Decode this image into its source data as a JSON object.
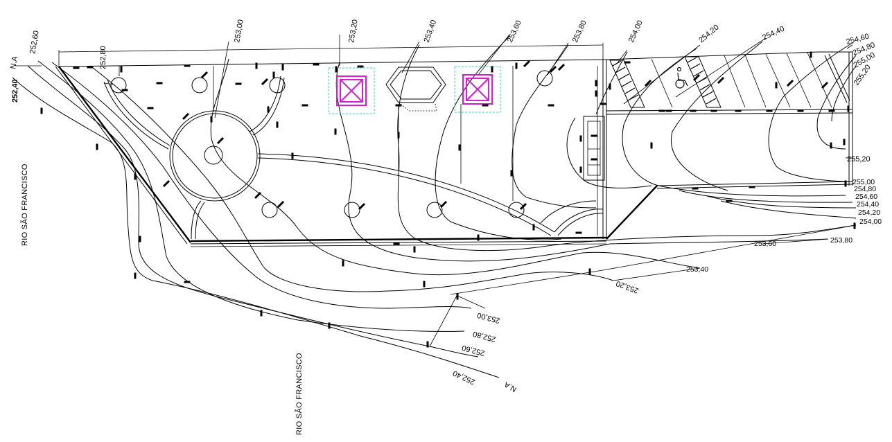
{
  "drawing": {
    "river_labels": [
      "RIO SÃO FRANCISCO",
      "RIO SÃO FRANCISCO"
    ],
    "na_labels": [
      "N.A",
      "N.A"
    ],
    "contour_labels_top": [
      "252,80",
      "252,60",
      "253,00",
      "253,20",
      "253,40",
      "253,60",
      "253,80",
      "254,00",
      "254,20",
      "254,40",
      "254,60",
      "254,80",
      "255,00",
      "255,20"
    ],
    "contour_labels_right": [
      "255,20",
      "255,00",
      "254,80",
      "254,60",
      "254,40",
      "254,20",
      "254,00",
      "253,80",
      "253,60",
      "253,40"
    ],
    "contour_labels_bottom": [
      "253,20",
      "253,00",
      "252,80",
      "252,60",
      "252,40"
    ],
    "left_edge_label": "252,40",
    "colors": {
      "line": "#000000",
      "cyan": "#2fd6d6",
      "magenta": "#d81bd8",
      "background": "#ffffff"
    }
  }
}
